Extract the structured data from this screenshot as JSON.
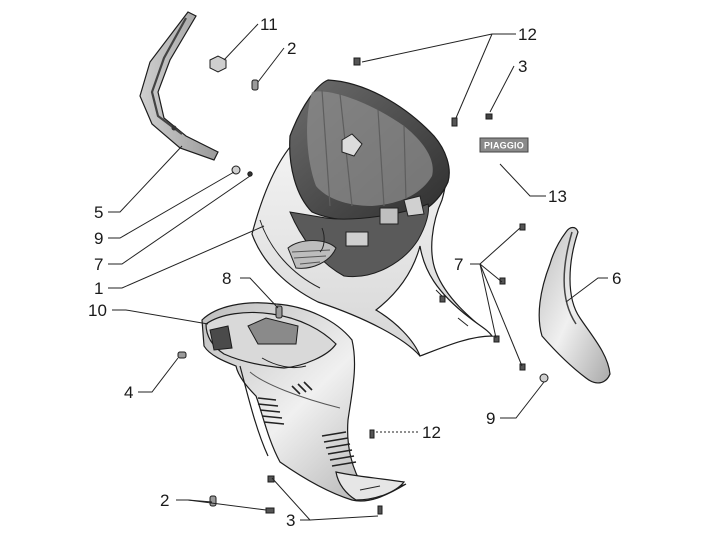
{
  "diagram": {
    "brand_badge": "PIAGGIO",
    "callouts": [
      {
        "id": "c11",
        "text": "11"
      },
      {
        "id": "c2a",
        "text": "2"
      },
      {
        "id": "c12a",
        "text": "12"
      },
      {
        "id": "c3a",
        "text": "3"
      },
      {
        "id": "c13",
        "text": "13"
      },
      {
        "id": "c5",
        "text": "5"
      },
      {
        "id": "c9a",
        "text": "9"
      },
      {
        "id": "c7a",
        "text": "7"
      },
      {
        "id": "c1",
        "text": "1"
      },
      {
        "id": "c8",
        "text": "8"
      },
      {
        "id": "c10",
        "text": "10"
      },
      {
        "id": "c4",
        "text": "4"
      },
      {
        "id": "c7b",
        "text": "7"
      },
      {
        "id": "c6",
        "text": "6"
      },
      {
        "id": "c9b",
        "text": "9"
      },
      {
        "id": "c12b",
        "text": "12"
      },
      {
        "id": "c2b",
        "text": "2"
      },
      {
        "id": "c3b",
        "text": "3"
      }
    ]
  }
}
